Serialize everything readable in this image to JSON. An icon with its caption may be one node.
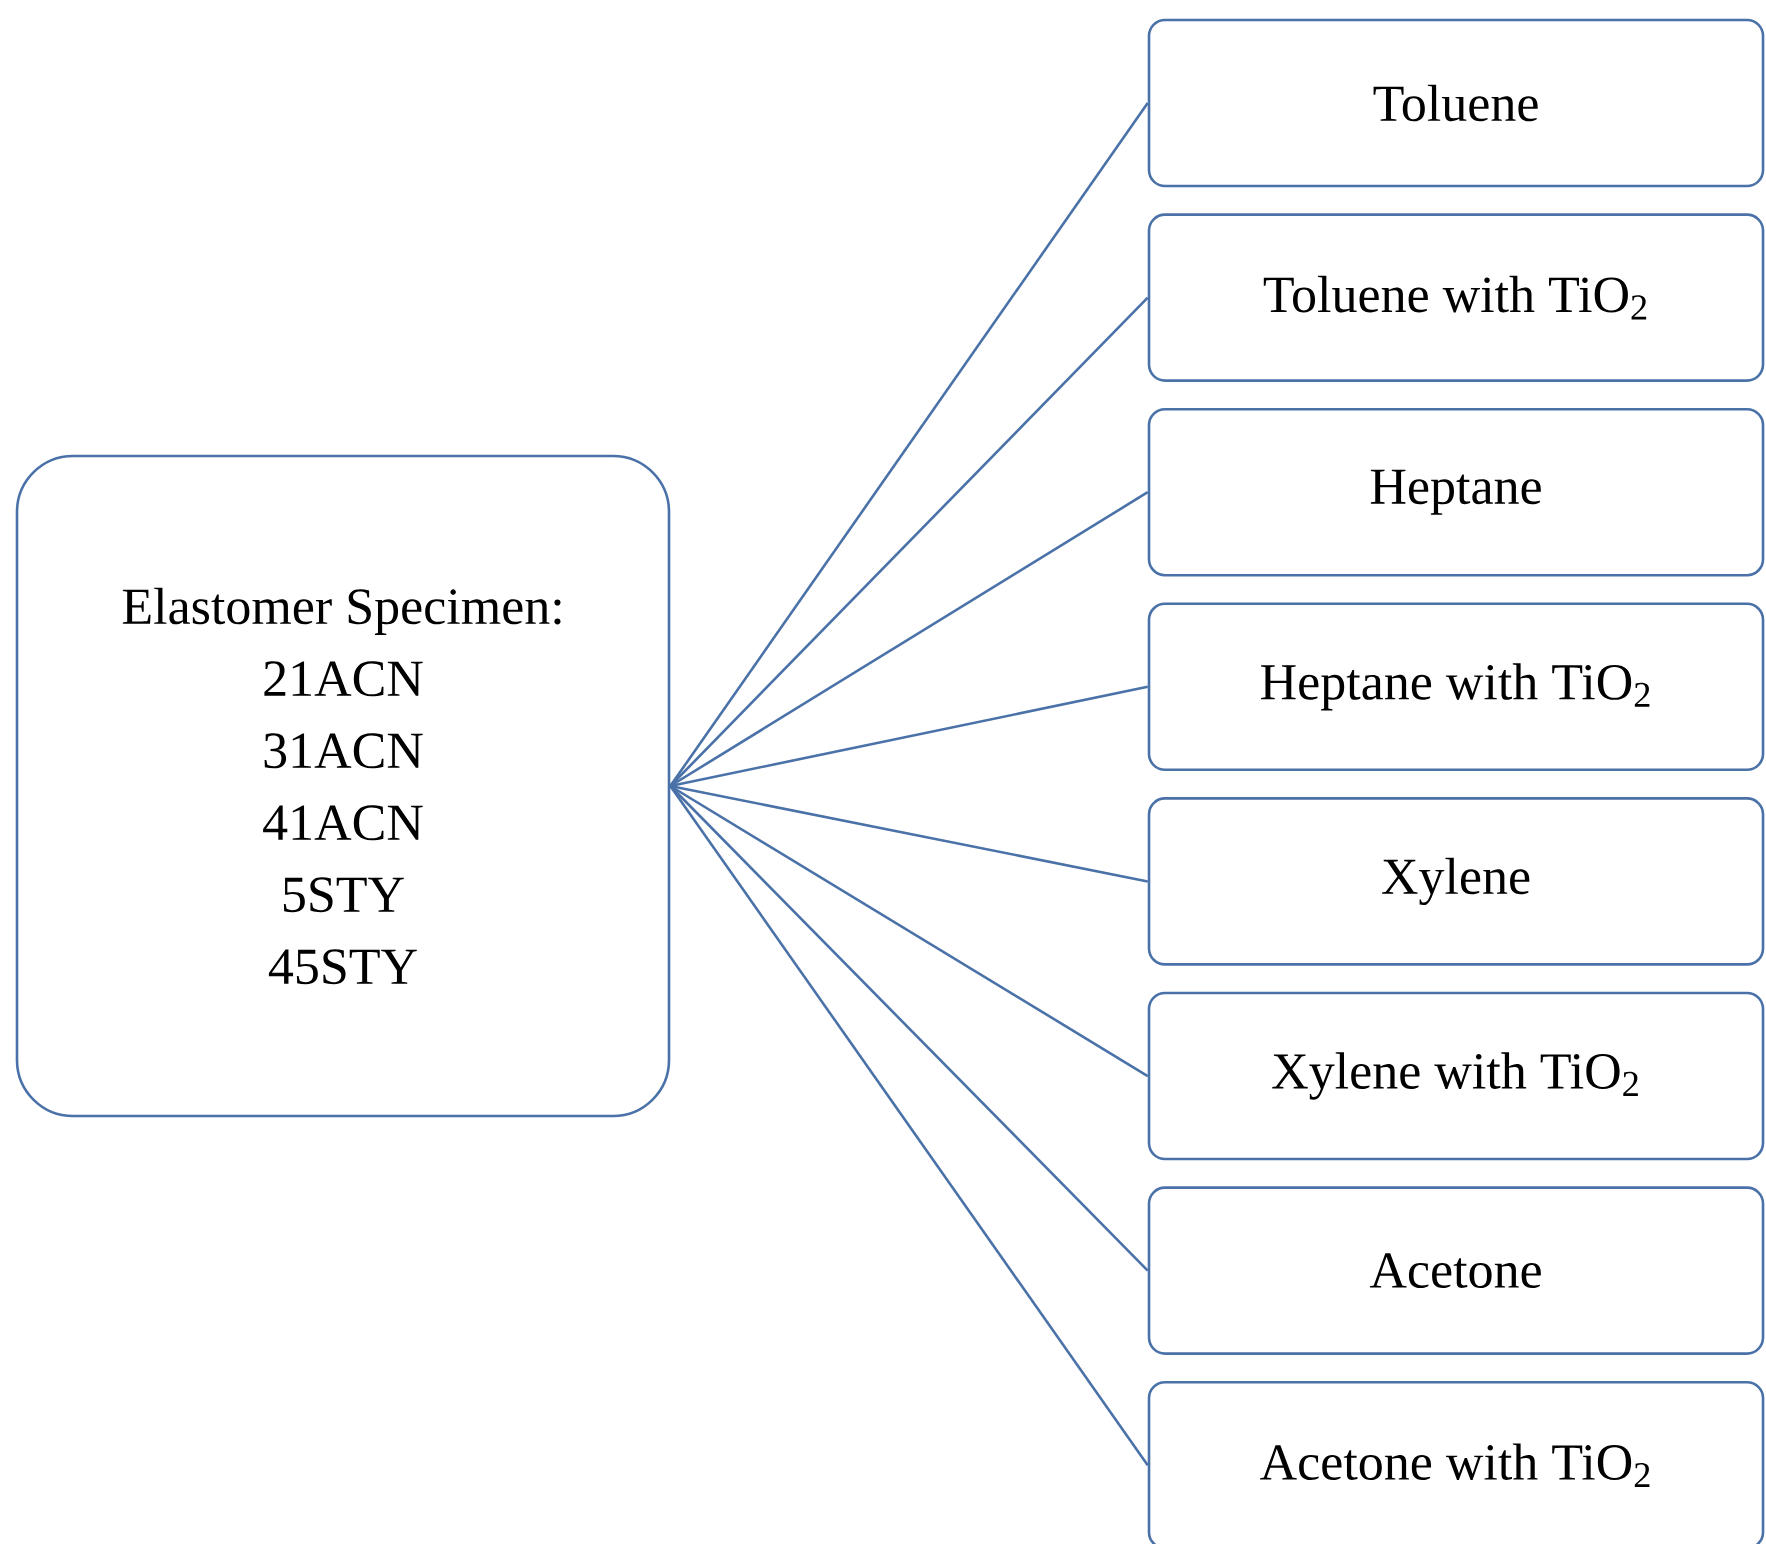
{
  "diagram": {
    "nodes": [
      {
        "text": [
          "Elastomer Specimen:",
          "21ACN",
          "31ACN",
          "41ACN",
          "5STY",
          "45STY"
        ]
      },
      {
        "text": [
          "Toluene"
        ]
      },
      {
        "text": [
          "Toluene with TiO$_{2}$"
        ]
      },
      {
        "text": [
          "Heptane"
        ]
      },
      {
        "text": [
          "Heptane with TiO$_{2}$"
        ]
      },
      {
        "text": [
          "Xylene"
        ]
      },
      {
        "text": [
          "Xylene with TiO$_{2}$"
        ]
      },
      {
        "text": [
          "Acetone"
        ]
      },
      {
        "text": [
          "Acetone with TiO$_{2}$"
        ]
      }
    ],
    "edges": [
      {
        "from": 0,
        "to": 1,
        "arrow": "none"
      },
      {
        "from": 0,
        "to": 2,
        "arrow": "none"
      },
      {
        "from": 0,
        "to": 3,
        "arrow": "none"
      },
      {
        "from": 0,
        "to": 4,
        "arrow": "none"
      },
      {
        "from": 0,
        "to": 5,
        "arrow": "none"
      },
      {
        "from": 0,
        "to": 6,
        "arrow": "none"
      },
      {
        "from": 0,
        "to": 7,
        "arrow": "none"
      },
      {
        "from": 0,
        "to": 8,
        "arrow": "none"
      }
    ]
  }
}
